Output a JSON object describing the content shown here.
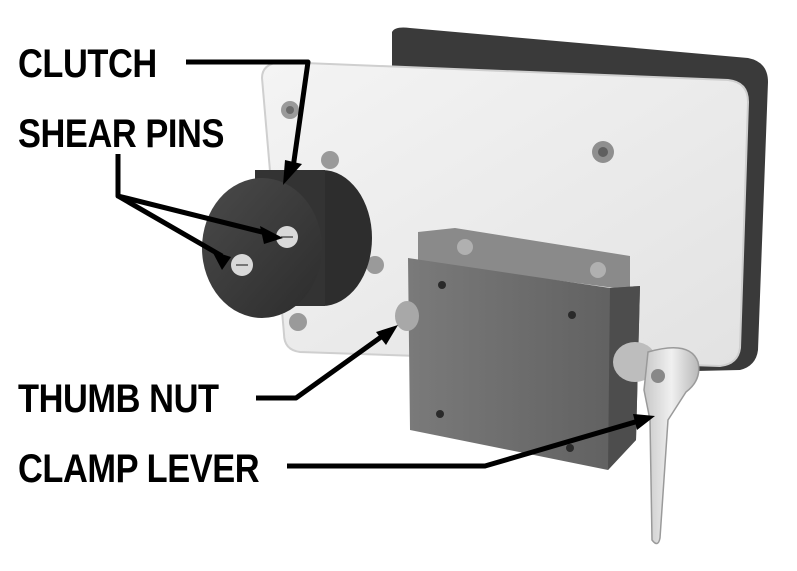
{
  "labels": {
    "clutch": "CLUTCH",
    "shear_pins": "SHEAR PINS",
    "thumb_nut": "THUMB NUT",
    "clamp_lever": "CLAMP LEVER"
  },
  "colors": {
    "housing": "#eeeeee",
    "housing_edge": "#3a3a3a",
    "clutch_body": "#3b3b3b",
    "bracket": "#6f6f6f",
    "lever": "#d8d8d8",
    "callout_line": "#000000"
  }
}
